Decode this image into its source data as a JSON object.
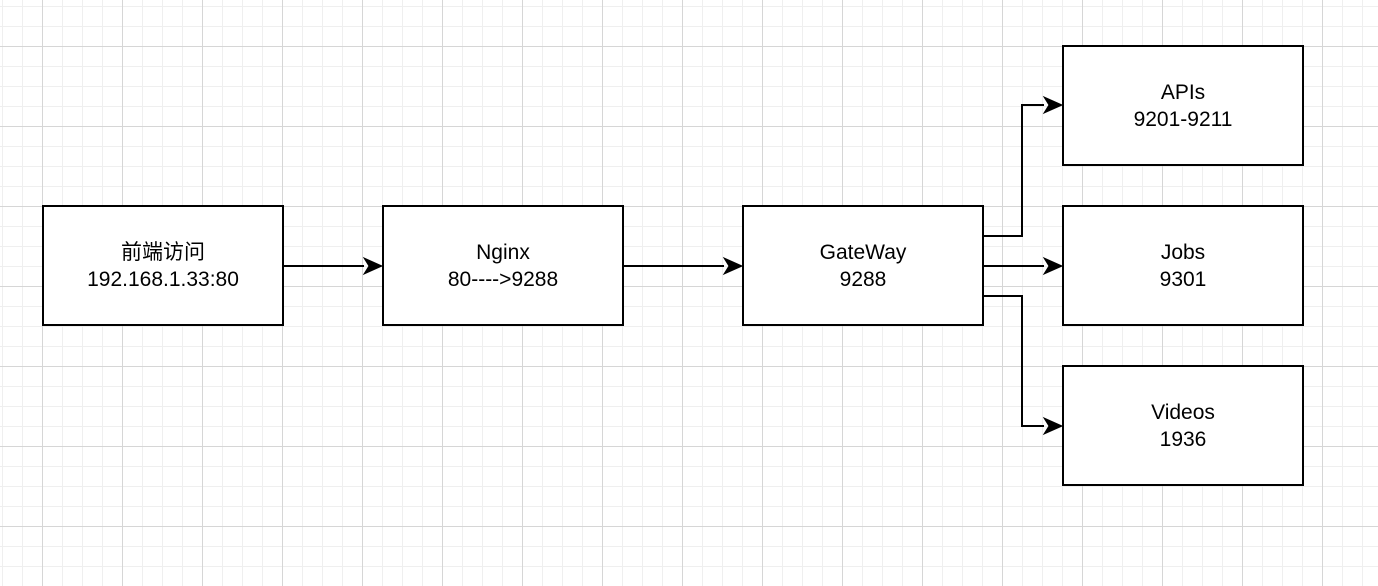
{
  "diagram": {
    "nodes": [
      {
        "id": "frontend",
        "title": "前端访问",
        "subtitle": "192.168.1.33:80"
      },
      {
        "id": "nginx",
        "title": "Nginx",
        "subtitle": "80---->9288"
      },
      {
        "id": "gateway",
        "title": "GateWay",
        "subtitle": "9288"
      },
      {
        "id": "apis",
        "title": "APIs",
        "subtitle": "9201-9211"
      },
      {
        "id": "jobs",
        "title": "Jobs",
        "subtitle": "9301"
      },
      {
        "id": "videos",
        "title": "Videos",
        "subtitle": "1936"
      }
    ],
    "edges": [
      {
        "from": "frontend",
        "to": "nginx"
      },
      {
        "from": "nginx",
        "to": "gateway"
      },
      {
        "from": "gateway",
        "to": "apis"
      },
      {
        "from": "gateway",
        "to": "jobs"
      },
      {
        "from": "gateway",
        "to": "videos"
      }
    ],
    "colors": {
      "stroke": "#000000",
      "box_fill": "#ffffff",
      "grid": "#d6d6d6",
      "background": "#ffffff"
    }
  }
}
